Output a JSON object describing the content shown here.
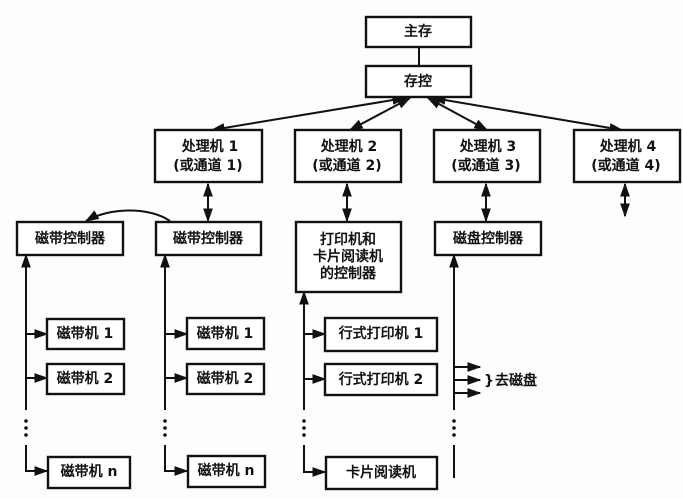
{
  "diagram": {
    "type": "block-diagram",
    "nodes": {
      "main_memory": {
        "label": "主存"
      },
      "memory_controller": {
        "label": "存控"
      },
      "processors": [
        {
          "line1": "处理机 1",
          "line2": "(或通道 1)"
        },
        {
          "line1": "处理机 2",
          "line2": "(或通道 2)"
        },
        {
          "line1": "处理机 3",
          "line2": "(或通道 3)"
        },
        {
          "line1": "处理机 4",
          "line2": "(或通道 4)"
        }
      ],
      "tape_controllers": [
        {
          "label": "磁带控制器"
        },
        {
          "label": "磁带控制器"
        }
      ],
      "printer_reader_controller": {
        "lines": [
          "打印机和",
          "卡片阅读机",
          "的控制器"
        ]
      },
      "disk_controller": {
        "label": "磁盘控制器"
      },
      "tape_drives_group_1": [
        {
          "label": "磁带机 1"
        },
        {
          "label": "磁带机 2"
        },
        {
          "label": "磁带机 n"
        }
      ],
      "tape_drives_group_2": [
        {
          "label": "磁带机 1"
        },
        {
          "label": "磁带机 2"
        },
        {
          "label": "磁带机 n"
        }
      ],
      "printer_group": [
        {
          "label": "行式打印机 1"
        },
        {
          "label": "行式打印机 2"
        },
        {
          "label": "卡片阅读机"
        }
      ],
      "disk_note": {
        "label": "去磁盘",
        "brace": "}"
      }
    },
    "edges": [
      {
        "from": "主存",
        "to": "存控",
        "type": "line"
      },
      {
        "from": "存控",
        "to": "处理机 1",
        "type": "bidirectional"
      },
      {
        "from": "存控",
        "to": "处理机 2",
        "type": "bidirectional"
      },
      {
        "from": "存控",
        "to": "处理机 3",
        "type": "bidirectional"
      },
      {
        "from": "存控",
        "to": "处理机 4",
        "type": "bidirectional"
      },
      {
        "from": "处理机 1",
        "to": "磁带控制器 (2)",
        "type": "bidirectional"
      },
      {
        "from": "处理机 2",
        "to": "打印机和卡片阅读机的控制器",
        "type": "bidirectional"
      },
      {
        "from": "处理机 3",
        "to": "磁盘控制器",
        "type": "bidirectional"
      },
      {
        "from": "处理机 4",
        "to": "(off-diagram)",
        "type": "bidirectional"
      },
      {
        "from": "磁带控制器 (2)",
        "to": "磁带控制器 (1)",
        "type": "curved-arrow"
      }
    ]
  }
}
